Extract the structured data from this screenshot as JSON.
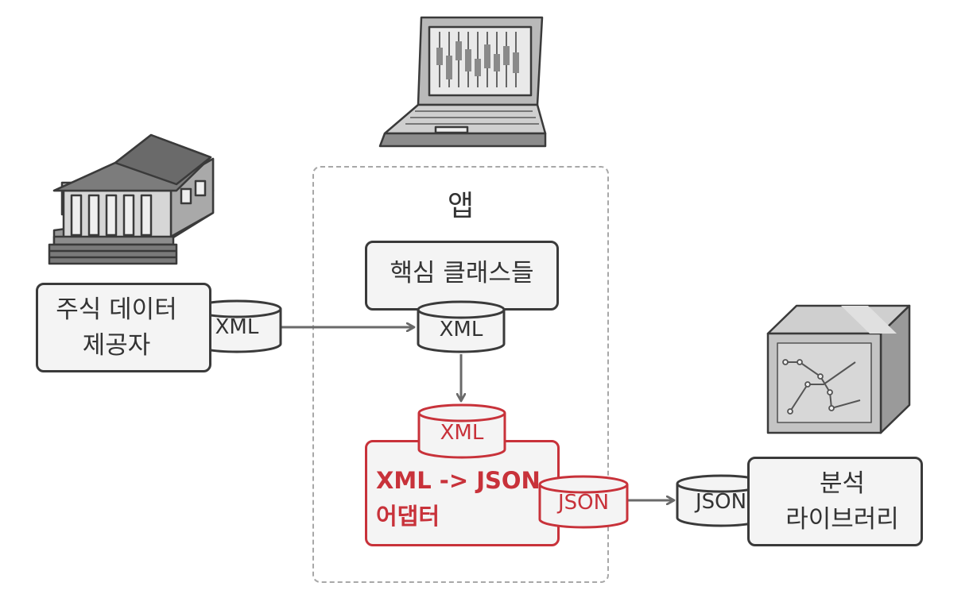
{
  "app": {
    "title": "앱"
  },
  "stock_provider": {
    "label_line1": "주식 데이터",
    "label_line2": "제공자",
    "output_format": "XML"
  },
  "core_classes": {
    "label": "핵심 클래스들",
    "output_format": "XML"
  },
  "adapter": {
    "label_line1": "XML -> JSON",
    "label_line2": "어댑터",
    "input_format": "XML",
    "output_format": "JSON"
  },
  "analytics_library": {
    "label_line1": "분석",
    "label_line2": "라이브러리",
    "input_format": "JSON"
  },
  "colors": {
    "dark": "#3a3a3a",
    "fill": "#f4f4f4",
    "accent_red": "#c8323a",
    "dashed": "#a8a8a8",
    "arrow": "#6a6a6a"
  },
  "icons": [
    "stock-exchange-building-icon",
    "laptop-stock-chart-icon",
    "analytics-box-icon"
  ]
}
